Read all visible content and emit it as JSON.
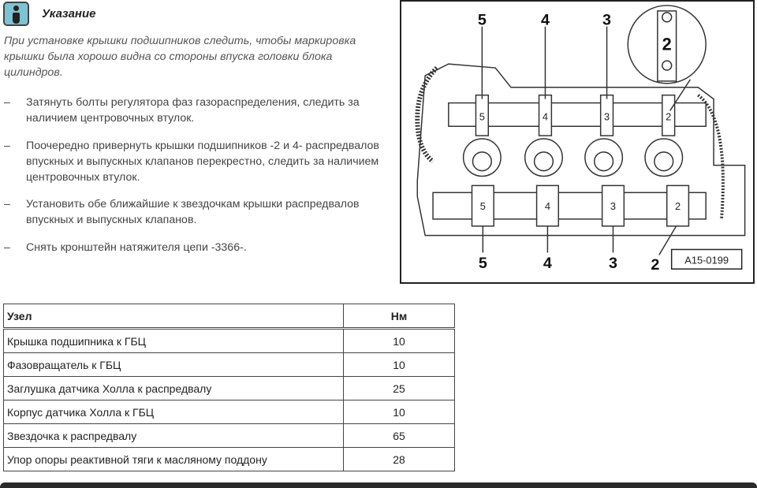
{
  "note": {
    "icon": "info-icon",
    "title": "Указание",
    "text": "При установке крышки подшипников следить, чтобы маркировка крышки была хорошо видна со стороны впуска головки блока цилиндров."
  },
  "steps": [
    {
      "dash": "–",
      "text": "Затянуть болты регулятора фаз газораспределения, следить за наличием центровочных втулок."
    },
    {
      "dash": "–",
      "text": "Поочередно привернуть крышки подшипников -2 и 4- распредвалов впускных и выпускных клапанов перекрестно, следить за наличием центровочных втулок."
    },
    {
      "dash": "–",
      "text": "Установить обе ближайшие к звездочкам крышки распредвалов впускных и выпускных клапанов."
    },
    {
      "dash": "–",
      "text": "Снять кронштейн натяжителя цепи -3366-."
    }
  ],
  "diagram": {
    "figure_id": "A15-0199",
    "top_labels": [
      "5",
      "4",
      "3"
    ],
    "detail_label": "2",
    "bottom_labels": [
      "5",
      "4",
      "3",
      "2"
    ],
    "cap_marks_upper": [
      "5",
      "4",
      "3",
      "2"
    ],
    "cap_marks_lower": [
      "5",
      "4",
      "3",
      "2"
    ]
  },
  "table": {
    "headers": [
      "Узел",
      "Нм"
    ],
    "rows": [
      [
        "Крышка подшипника к ГБЦ",
        "10"
      ],
      [
        "Фазовращатель к ГБЦ",
        "10"
      ],
      [
        "Заглушка датчика Холла к распредвалу",
        "25"
      ],
      [
        "Корпус датчика Холла к ГБЦ",
        "10"
      ],
      [
        "Звездочка к распредвалу",
        "65"
      ],
      [
        "Упор опоры реактивной тяги к масляному поддону",
        "28"
      ]
    ]
  }
}
